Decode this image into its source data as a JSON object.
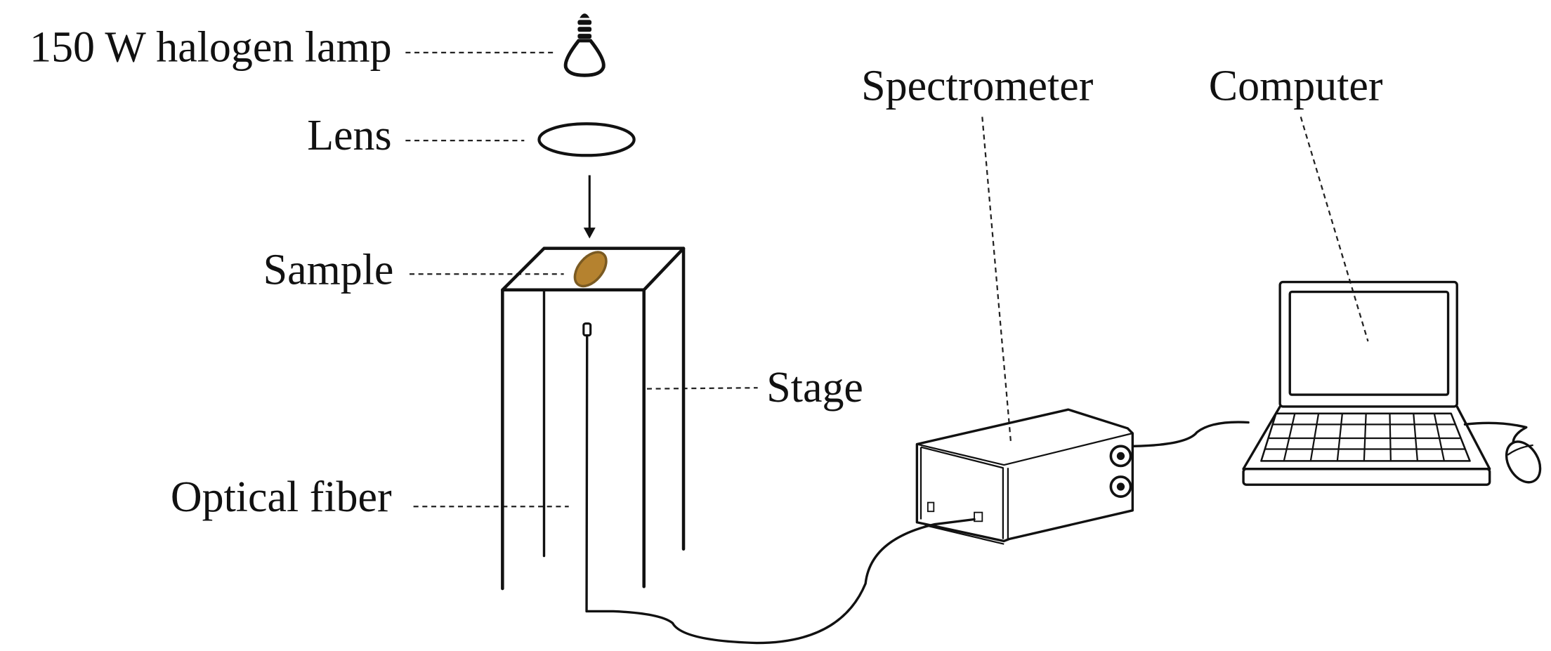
{
  "figure": {
    "title": "Spectroscopy measurement setup",
    "labels": {
      "lamp": "150 W halogen lamp",
      "lens": "Lens",
      "sample": "Sample",
      "stage": "Stage",
      "optical_fiber": "Optical fiber",
      "spectrometer": "Spectrometer",
      "computer": "Computer"
    },
    "colors": {
      "sample_fill": "#b5822f",
      "sample_stroke": "#7a5a22",
      "line": "#111111"
    },
    "components": [
      "lamp-icon",
      "lens",
      "light-arrow",
      "stage",
      "sample",
      "optical-fiber",
      "spectrometer",
      "laptop-computer",
      "mouse"
    ]
  }
}
